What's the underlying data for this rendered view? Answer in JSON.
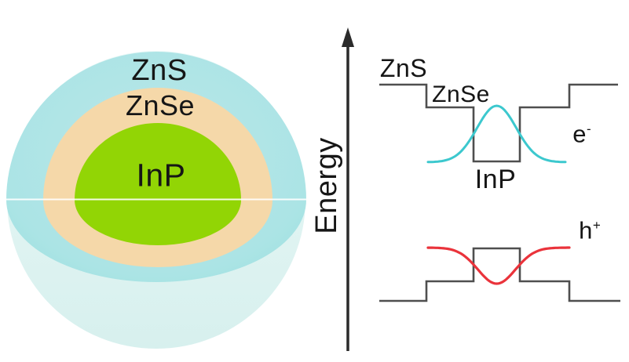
{
  "diagram": {
    "title_semantics": "InP/ZnSe/ZnS core-shell quantum dot structure with energy band alignment",
    "sphere": {
      "layers": [
        {
          "name": "ZnS",
          "label": "ZnS",
          "color": "#a9e3e5",
          "edge_color": "#97dedc"
        },
        {
          "name": "ZnSe",
          "label": "ZnSe",
          "color": "#f5d8a9"
        },
        {
          "name": "InP",
          "label": "InP",
          "color": "#92d505"
        }
      ],
      "bottom_hemisphere_top_color": "#e9f8f7",
      "bottom_hemisphere_bottom_color": "#d7f0ee",
      "equator_line_color": "#ffffff"
    },
    "band_diagram": {
      "axis_label": "Energy",
      "labels": {
        "zns": "ZnS",
        "znse": "ZnSe",
        "inp": "InP"
      },
      "electron": {
        "base": "e",
        "sup": "-",
        "color": "#3cc8ce"
      },
      "hole": {
        "base": "h",
        "sup": "+",
        "color": "#ea333b"
      },
      "line_color": "#4f4f4f",
      "axis_color": "#2b2b2b"
    }
  }
}
